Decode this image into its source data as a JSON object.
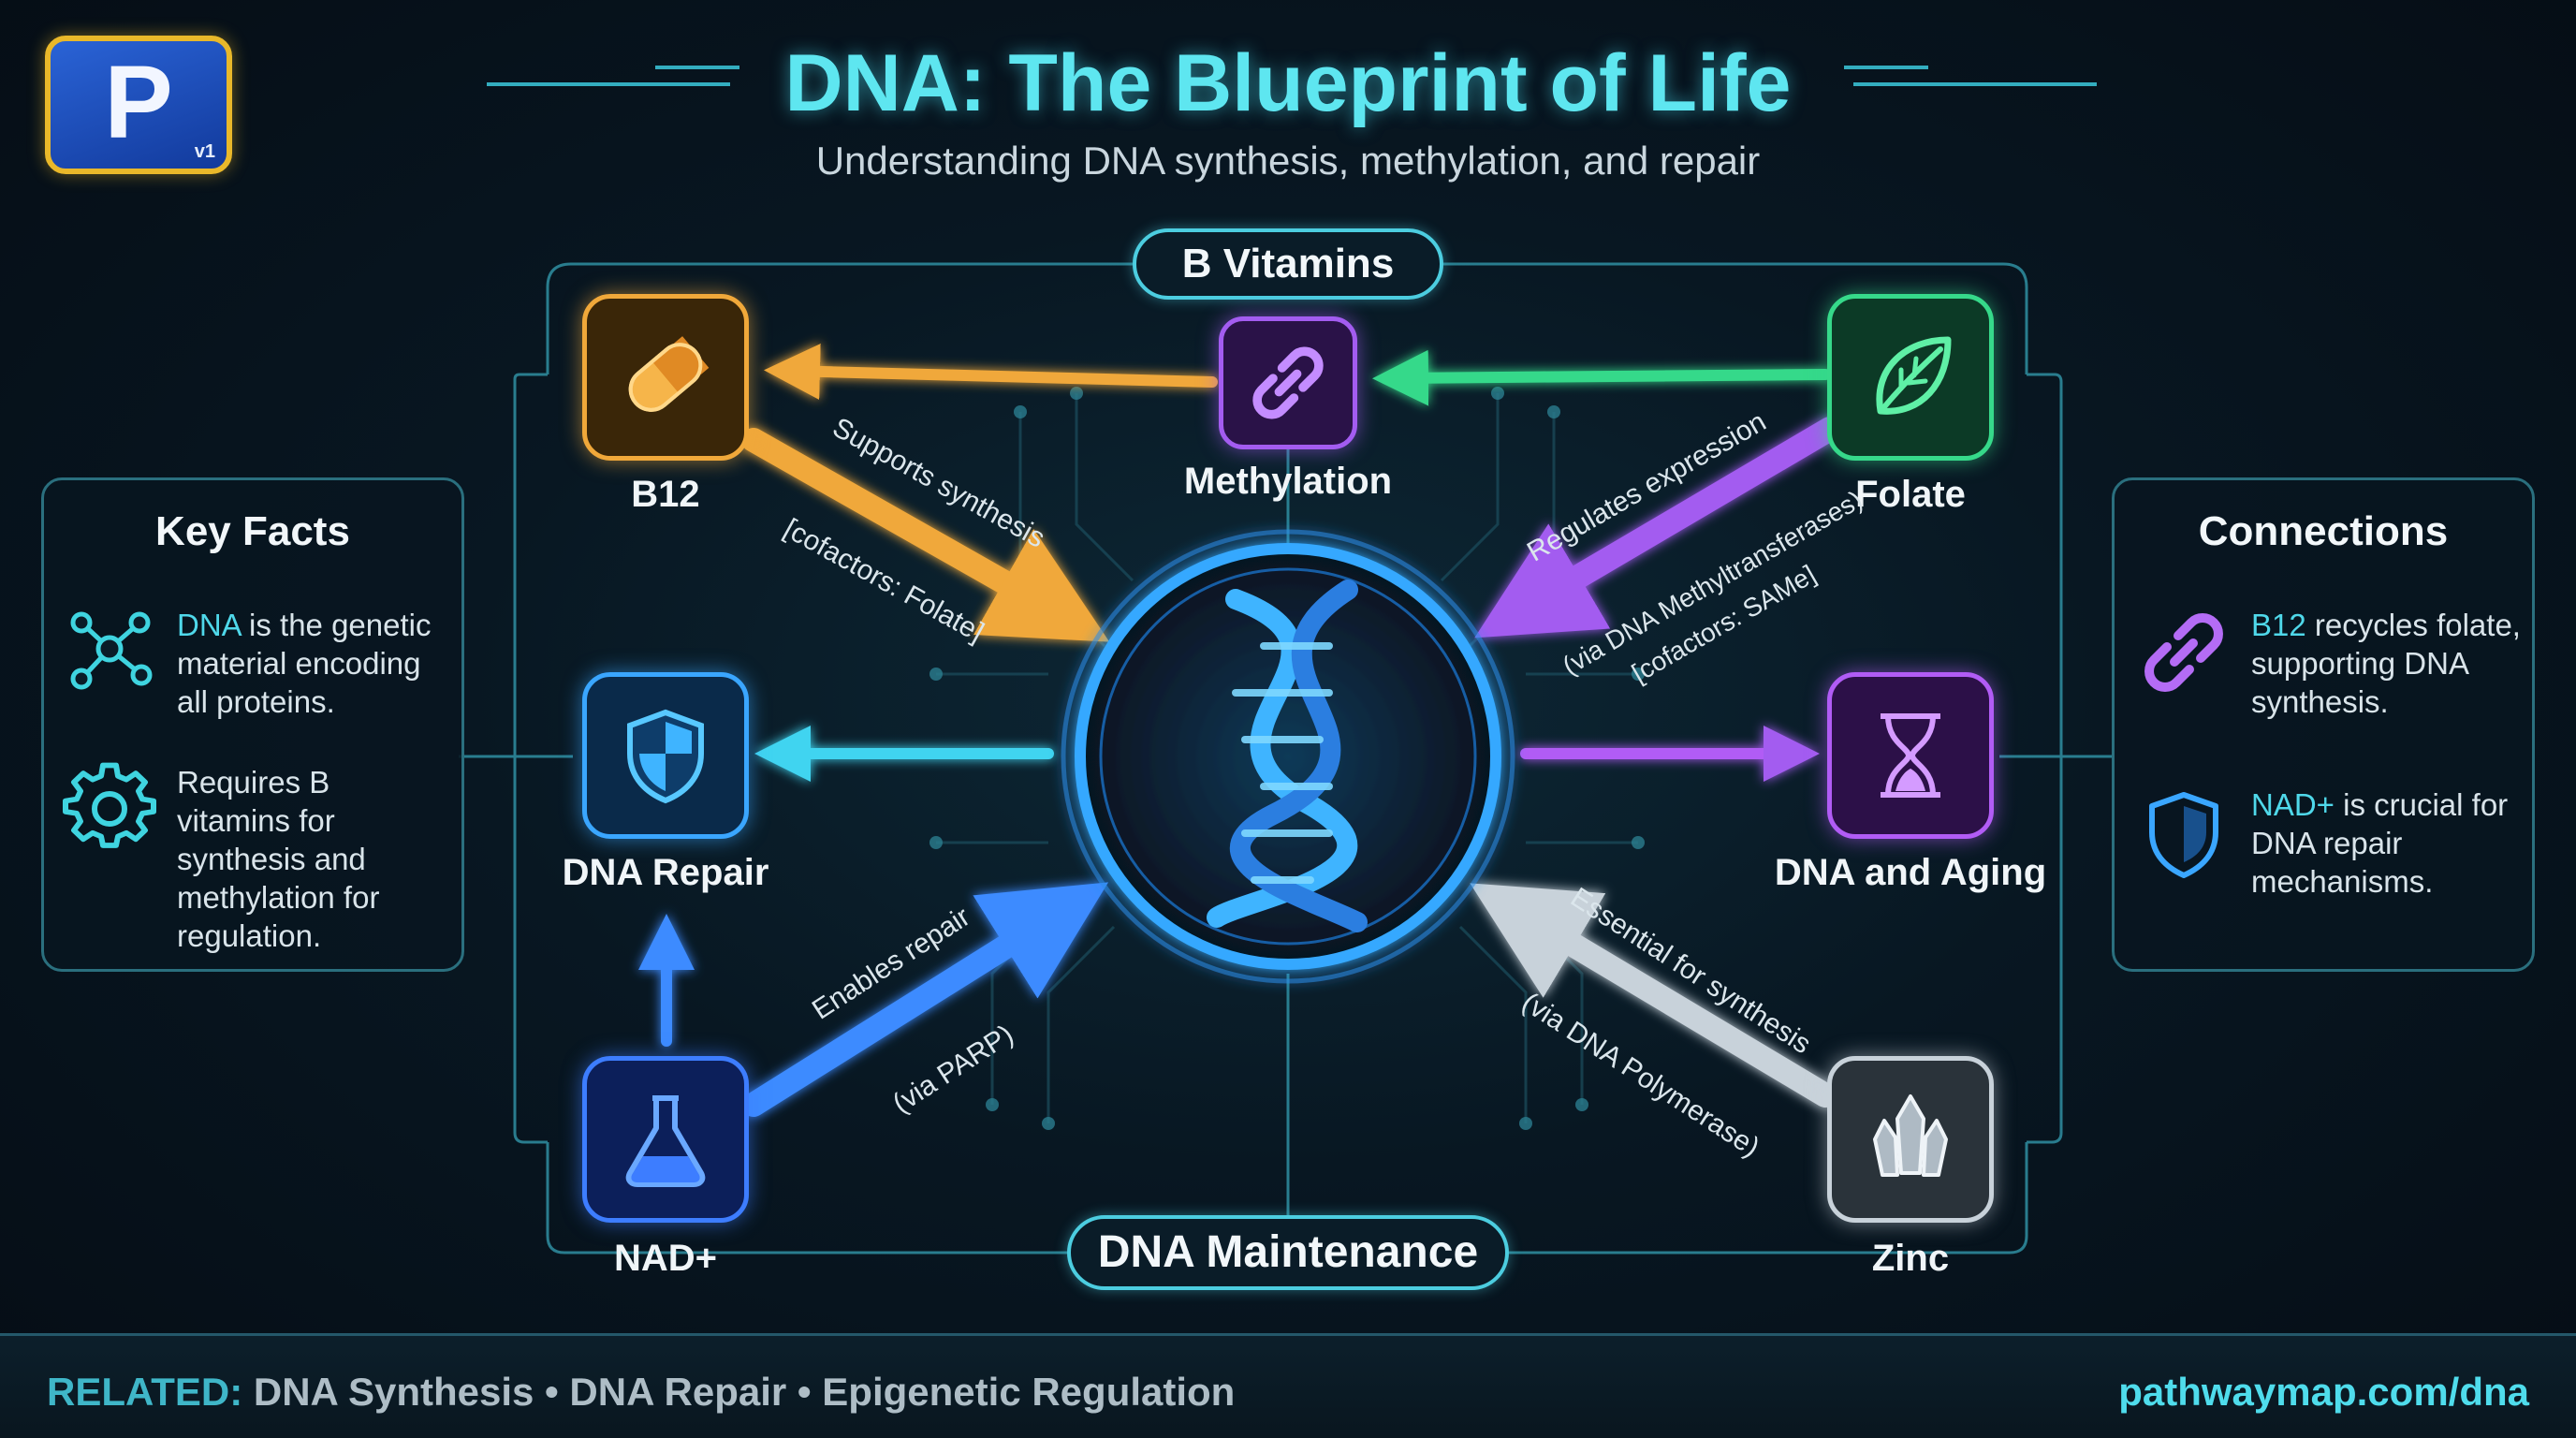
{
  "header": {
    "logo_letter": "P",
    "logo_version": "v1",
    "title": "DNA: The Blueprint of Life",
    "subtitle": "Understanding DNA synthesis, methylation, and repair"
  },
  "groups": {
    "top": "B Vitamins",
    "bottom": "DNA Maintenance"
  },
  "nodes": {
    "b12": "B12",
    "methylation": "Methylation",
    "folate": "Folate",
    "dna_repair": "DNA Repair",
    "dna_aging": "DNA and Aging",
    "nad": "NAD+",
    "zinc": "Zinc"
  },
  "edges": {
    "b12_main": "Supports synthesis",
    "b12_sub": "[cofactors: Folate]",
    "folate_main": "Regulates expression",
    "folate_sub1": "(via DNA Methyltransferases)",
    "folate_sub2": "[cofactors: SAMe]",
    "nad_main": "Enables repair",
    "nad_sub": "(via PARP)",
    "zinc_main": "Essential for synthesis",
    "zinc_sub": "(via DNA Polymerase)"
  },
  "key_facts": {
    "title": "Key Facts",
    "fact1": {
      "highlight": "DNA",
      "text": " is the genetic material encoding all proteins."
    },
    "fact2": {
      "highlight": "",
      "text": "Requires B vitamins for synthesis and methylation for regulation."
    }
  },
  "connections": {
    "title": "Connections",
    "item1": {
      "highlight": "B12",
      "text": " recycles folate, supporting DNA synthesis."
    },
    "item2": {
      "highlight": "NAD+",
      "text": " is crucial for DNA repair mechanisms."
    }
  },
  "footer": {
    "related_label": "RELATED:",
    "related_items": "DNA Synthesis • DNA Repair • Epigenetic Regulation",
    "url": "pathwaymap.com/dna"
  },
  "colors": {
    "accent": "#4fd8ea",
    "b12": "#f0a83a",
    "methylation": "#a35cf0",
    "folate": "#36d98a",
    "dna_repair": "#3aa6ff",
    "dna_aging": "#b15cf5",
    "nad": "#3d7dff",
    "zinc": "#c8d2da"
  }
}
